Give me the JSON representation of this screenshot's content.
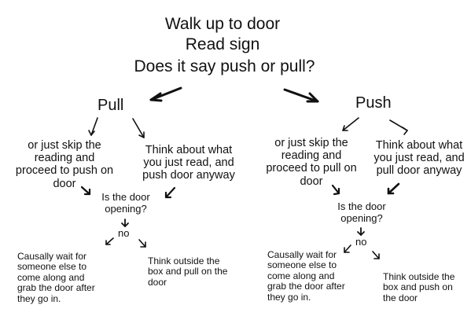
{
  "title": {
    "line1": "Walk up to door",
    "line2": "Read sign",
    "line3": "Does it say push or pull?"
  },
  "pull_branch": {
    "label": "Pull",
    "left_option": "or just skip the\nreading and\nproceed to push on\ndoor",
    "right_option": "Think about what\nyou just read, and\npush door anyway",
    "question": "Is the door\nopening?",
    "answer": "no",
    "wait_option": "Causally wait for\nsomeone else to\ncome along and\ngrab the door after\nthey go in.",
    "outside_option": "Think outside the\nbox and pull on the\ndoor"
  },
  "push_branch": {
    "label": "Push",
    "left_option": "or just skip the\nreading and\nproceed to pull on\ndoor",
    "right_option": "Think about what\nyou just read, and\npull door anyway",
    "question": "Is the door\nopening?",
    "answer": "no",
    "wait_option": "Causally wait for\nsomeone else to\ncome along and\ngrab the door after\nthey go in.",
    "outside_option": "Think outside the\nbox and push on\nthe door"
  },
  "colors": {
    "text": "#111111",
    "background": "#ffffff"
  }
}
